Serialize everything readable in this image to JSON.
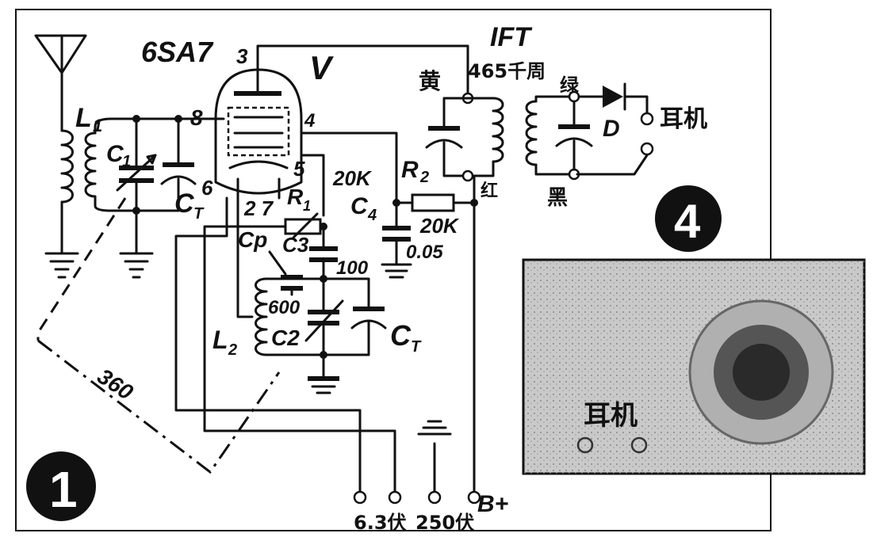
{
  "figure_numbers": {
    "circuit": "1",
    "photo": "4"
  },
  "labels": {
    "tube": "6SA7",
    "plate_pin": "3",
    "tube_v": "V",
    "pin_8": "8",
    "pin_4": "4",
    "pin_5": "5",
    "pin_6": "6",
    "pins_27": "2 7",
    "ift": "IFT",
    "ift_freq": "465千周",
    "yellow": "黄",
    "green": "绿",
    "red": "红",
    "black": "黑",
    "l1": "L",
    "l1_sub": "1",
    "c1": "C",
    "c1_sub": "1",
    "ct_left": "C",
    "ct_left_sub": "T",
    "r1_value": "20K",
    "r1": "R",
    "r1_sub": "1",
    "c4": "C",
    "c4_sub": "4",
    "r2": "R",
    "r2_sub": "2",
    "r2_value": "20K",
    "c4_value": "0.05",
    "cp": "Cp",
    "c3": "C3",
    "c3_value": "100",
    "cp_value": "600",
    "l2": "L",
    "l2_sub": "2",
    "c2": "C2",
    "ct_right": "C",
    "ct_right_sub": "T",
    "dial_angle": "360",
    "diode": "D",
    "earphone": "耳机",
    "terminal_heater": "6.3伏",
    "terminal_hv": "250伏",
    "terminal_b": "B+",
    "photo_caption": "耳机"
  },
  "colors": {
    "ink": "#111111",
    "photo_bg": "#c9c9c9",
    "paper": "#ffffff"
  }
}
